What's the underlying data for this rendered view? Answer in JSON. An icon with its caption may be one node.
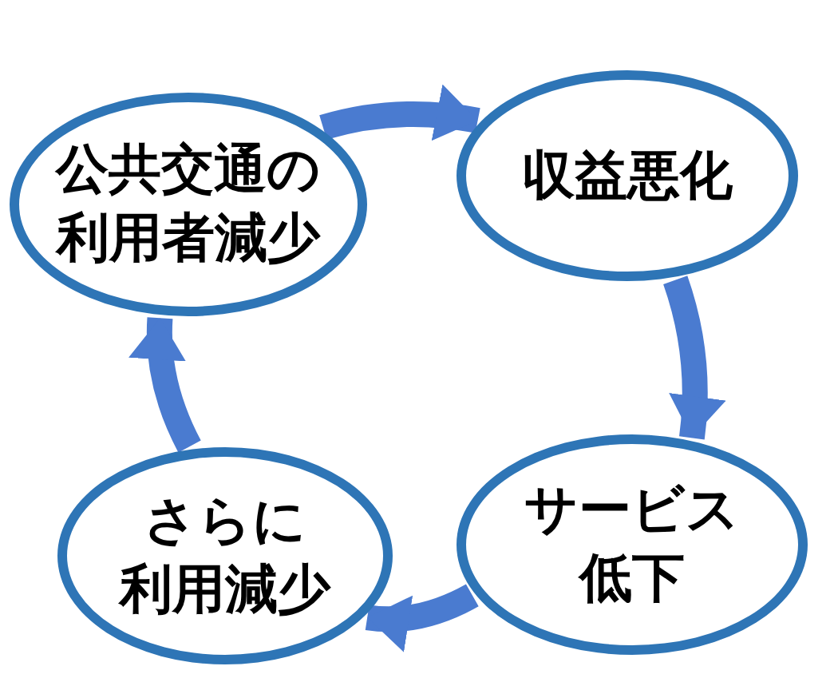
{
  "diagram": {
    "nodes": [
      {
        "text": [
          "公共交通の利用者減少"
        ]
      },
      {
        "text": [
          "収益悪化"
        ]
      },
      {
        "text": [
          "サービス低下"
        ]
      },
      {
        "text": [
          "さらに利用減少"
        ]
      }
    ],
    "edges": [
      {
        "from": 0,
        "to": 1,
        "arrow": "to"
      },
      {
        "from": 1,
        "to": 2,
        "arrow": "to"
      },
      {
        "from": 2,
        "to": 3,
        "arrow": "to"
      },
      {
        "from": 3,
        "to": 0,
        "arrow": "to"
      }
    ]
  }
}
